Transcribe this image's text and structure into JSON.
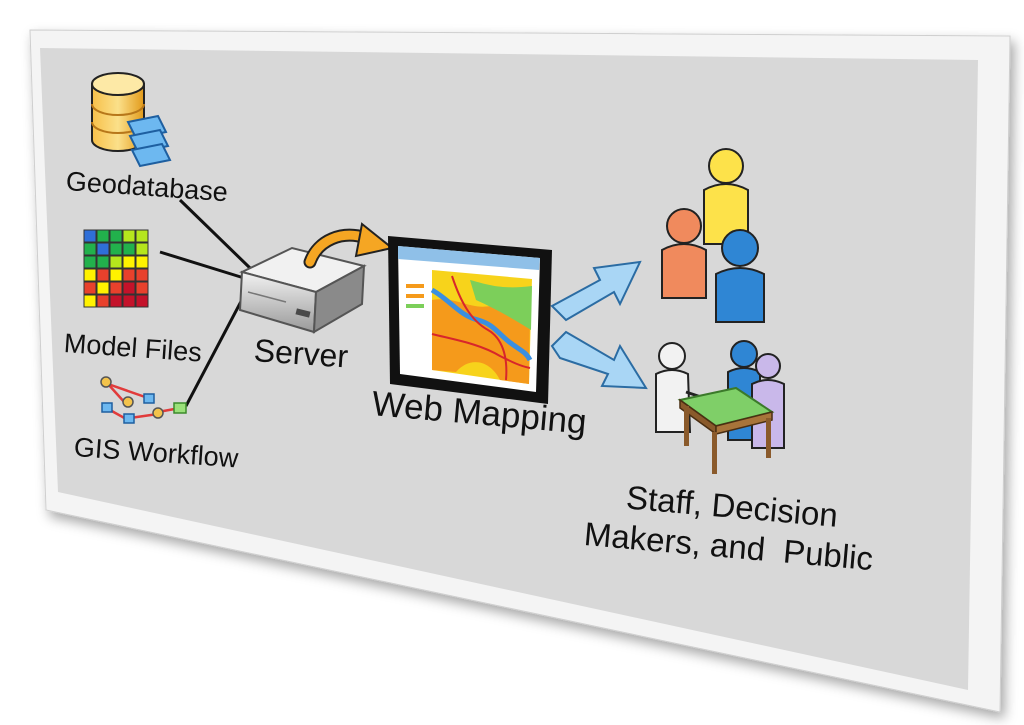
{
  "labels": {
    "geodatabase": "Geodatabase",
    "model_files": "Model Files",
    "gis_workflow": "GIS Workflow",
    "server": "Server",
    "web_mapping": "Web Mapping",
    "audience_line1": "Staff, Decision",
    "audience_line2": "Makers, and  Public"
  },
  "icons": {
    "source_1": "database-icon",
    "source_2": "grid-raster-icon",
    "source_3": "workflow-model-icon",
    "hub": "server-icon",
    "output": "web-map-screen-icon",
    "users_1": "people-group-icon",
    "users_2": "meeting-table-icon"
  },
  "colors": {
    "panel": "#d8d8d8",
    "panel_border": "#f4f4f4",
    "arrow_blue": "#a9d6f5",
    "arrow_orange": "#f5a623",
    "connector": "#111111"
  }
}
